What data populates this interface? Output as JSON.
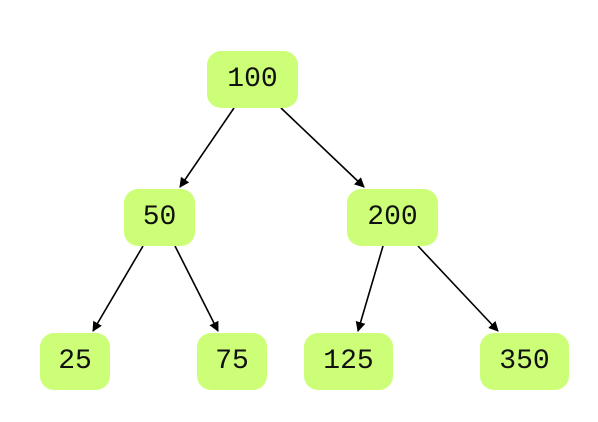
{
  "style": {
    "node_fill": "#ccff77",
    "edge_color": "#000000",
    "background": "#ffffff"
  },
  "tree": {
    "nodes": [
      {
        "id": "100",
        "label": "100"
      },
      {
        "id": "50",
        "label": "50"
      },
      {
        "id": "200",
        "label": "200"
      },
      {
        "id": "25",
        "label": "25"
      },
      {
        "id": "75",
        "label": "75"
      },
      {
        "id": "125",
        "label": "125"
      },
      {
        "id": "350",
        "label": "350"
      }
    ],
    "edges": [
      {
        "from": "100",
        "to": "50"
      },
      {
        "from": "100",
        "to": "200"
      },
      {
        "from": "50",
        "to": "25"
      },
      {
        "from": "50",
        "to": "75"
      },
      {
        "from": "200",
        "to": "125"
      },
      {
        "from": "200",
        "to": "350"
      }
    ]
  }
}
